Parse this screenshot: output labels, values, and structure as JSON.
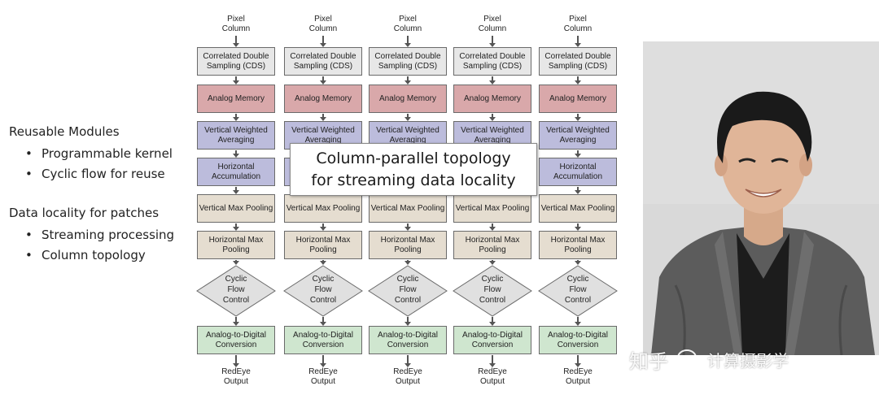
{
  "bullets": {
    "sections": [
      {
        "heading": "Reusable Modules",
        "items": [
          "Programmable kernel",
          "Cyclic flow for reuse"
        ]
      },
      {
        "heading": "Data locality for patches",
        "items": [
          "Streaming processing",
          "Column topology"
        ]
      }
    ]
  },
  "diagram": {
    "column_count": 5,
    "top_label": "Pixel Column",
    "bottom_label": "RedEye Output",
    "stages": {
      "cds": "Correlated Double Sampling (CDS)",
      "memory": "Analog Memory",
      "vwa": "Vertical Weighted Averaging",
      "hacc": "Horizontal Accumulation",
      "vmax": "Vertical Max Pooling",
      "hmax": "Horizontal Max Pooling",
      "cyclic": "Cyclic Flow Control",
      "adc": "Analog-to-Digital Conversion"
    },
    "callout_line1": "Column-parallel topology",
    "callout_line2": "for streaming data locality"
  },
  "watermark": {
    "site": "知乎",
    "account": "计算摄影学"
  },
  "colors": {
    "cds": "#e7e7e7",
    "memory": "#d9a8aa",
    "accumulation": "#bcbcdc",
    "pooling": "#e5ddd0",
    "cyclic": "#e0e0e0",
    "adc": "#cfe6cf"
  }
}
